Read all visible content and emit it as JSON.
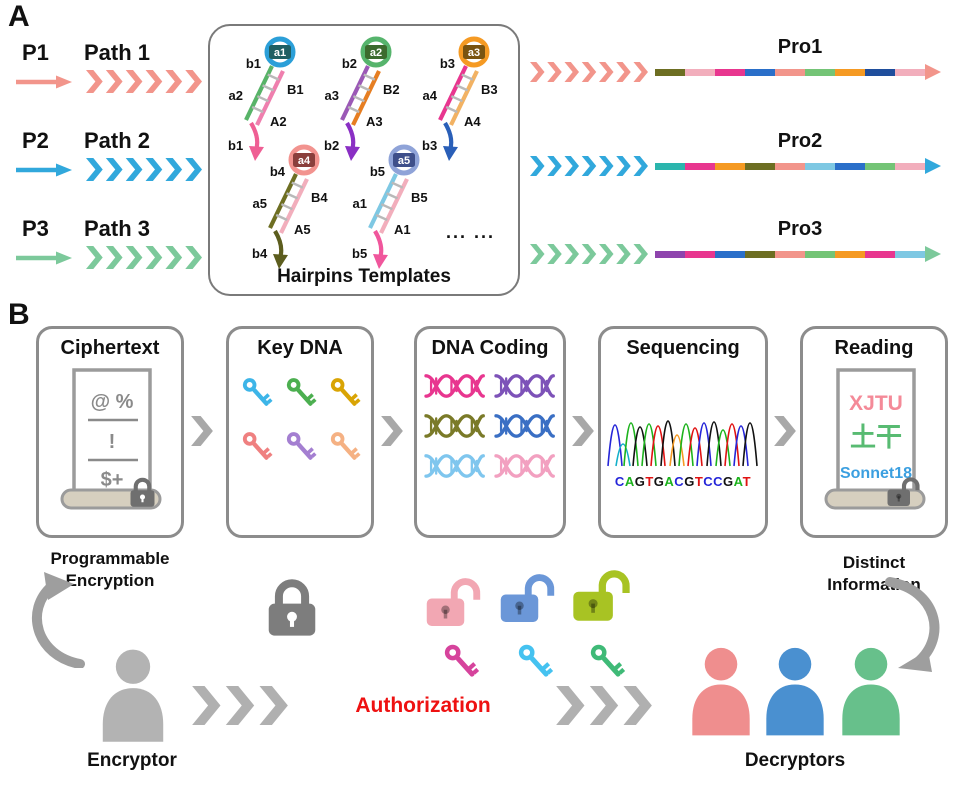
{
  "panelA": {
    "label": "A",
    "rows": [
      {
        "p_label": "P1",
        "path_label": "Path 1",
        "pro_label": "Pro1",
        "color": "#f2958b",
        "pro_segments": [
          "#6d6e22",
          "#f2aebc",
          "#e8368f",
          "#2a6fc9",
          "#f2958b",
          "#74c476",
          "#f59a23",
          "#1f4e9c",
          "#f2aebc"
        ]
      },
      {
        "p_label": "P2",
        "path_label": "Path 2",
        "pro_label": "Pro2",
        "color": "#31a8dc",
        "pro_segments": [
          "#2bb5ad",
          "#e8368f",
          "#f59a23",
          "#6d6e22",
          "#f2958b",
          "#7ec8e3",
          "#2a6fc9",
          "#74c476",
          "#f2aebc"
        ]
      },
      {
        "p_label": "P3",
        "path_label": "Path 3",
        "pro_label": "Pro3",
        "color": "#7cc99b",
        "pro_segments": [
          "#8e44ad",
          "#e8368f",
          "#2a6fc9",
          "#6d6e22",
          "#f2958b",
          "#74c476",
          "#f59a23",
          "#e8368f",
          "#7ec8e3"
        ]
      }
    ],
    "hairpin_box_title": "Hairpins Templates",
    "ellipsis": "... ...",
    "hairpins": [
      {
        "loop_label": "a1",
        "loop_color": "#2b9fd8",
        "label_bg": "#1e5f63",
        "stem_color1": "#58b368",
        "stem_color2": "#ef7fae",
        "tail_color": "#ef5f94",
        "side_top_left": "b1",
        "side_top_right": "B1",
        "side_mid_left": "a2",
        "side_low_right": "A2",
        "tail_label": "b1"
      },
      {
        "loop_label": "a2",
        "loop_color": "#56b46c",
        "label_bg": "#3c6b2e",
        "stem_color1": "#9b59b6",
        "stem_color2": "#e67e22",
        "tail_color": "#8a2fc4",
        "side_top_left": "b2",
        "side_top_right": "B2",
        "side_mid_left": "a3",
        "side_low_right": "A3",
        "tail_label": "b2"
      },
      {
        "loop_label": "a3",
        "loop_color": "#f59a23",
        "label_bg": "#7a5410",
        "stem_color1": "#e8368f",
        "stem_color2": "#f2b263",
        "tail_color": "#2a5fb8",
        "side_top_left": "b3",
        "side_top_right": "B3",
        "side_mid_left": "a4",
        "side_low_right": "A4",
        "tail_label": "b3"
      },
      {
        "loop_label": "a4",
        "loop_color": "#f2938f",
        "label_bg": "#8a3f3c",
        "stem_color1": "#6d6e22",
        "stem_color2": "#f2aebc",
        "tail_color": "#5c5d1e",
        "side_top_left": "b4",
        "side_top_right": "B4",
        "side_mid_left": "a5",
        "side_low_right": "A5",
        "tail_label": "b4"
      },
      {
        "loop_label": "a5",
        "loop_color": "#8fa3d8",
        "label_bg": "#3e4f8a",
        "stem_color1": "#7ec8e3",
        "stem_color2": "#f2aebc",
        "tail_color": "#f0569c",
        "side_top_left": "b5",
        "side_top_right": "B5",
        "side_mid_left": "a1",
        "side_low_right": "A1",
        "tail_label": "b5"
      }
    ]
  },
  "panelB": {
    "label": "B",
    "boxes": {
      "ciphertext": {
        "title": "Ciphertext",
        "lines": [
          "@ %",
          "!",
          "$+"
        ]
      },
      "key_dna": {
        "title": "Key DNA",
        "key_colors": [
          "#3db5e8",
          "#4caf50",
          "#d9a404",
          "#ef8080",
          "#a47fd1",
          "#f5b183"
        ]
      },
      "dna_coding": {
        "title": "DNA Coding",
        "dna_colors": [
          "#e8368f",
          "#7d52b8",
          "#7a7a28",
          "#3a6fc4",
          "#7fc6ee",
          "#f2a0c0"
        ]
      },
      "sequencing": {
        "title": "Sequencing",
        "sequence": "CAGTGACGTCCGAT",
        "base_colors": {
          "A": "#1db31d",
          "C": "#2525d8",
          "G": "#111111",
          "T": "#e01212"
        }
      },
      "reading": {
        "title": "Reading",
        "lines": [
          {
            "text": "XJTU",
            "color": "#f48a98"
          },
          {
            "text": "土干",
            "color": "#58bb72"
          },
          {
            "text": "Sonnet18",
            "color": "#3b9fe0"
          }
        ]
      }
    },
    "captions": {
      "left_line1": "Programmable",
      "left_line2": "Encryption",
      "right_line1": "Distinct",
      "right_line2": "Information"
    },
    "bottom": {
      "encryptor": "Encryptor",
      "authorization": "Authorization",
      "decryptors": "Decryptors",
      "authorization_color": "#ee1111",
      "encryptor_color": "#b3b3b3",
      "gray_lock_color": "#7d7d7d",
      "lock_colors": [
        "#f2a7b3",
        "#6b97d8",
        "#a8c323"
      ],
      "small_key_colors": [
        "#d6439c",
        "#45c2f0",
        "#3fba77"
      ],
      "person_colors": [
        "#ef8e8e",
        "#4a90d0",
        "#67c08b"
      ]
    }
  }
}
